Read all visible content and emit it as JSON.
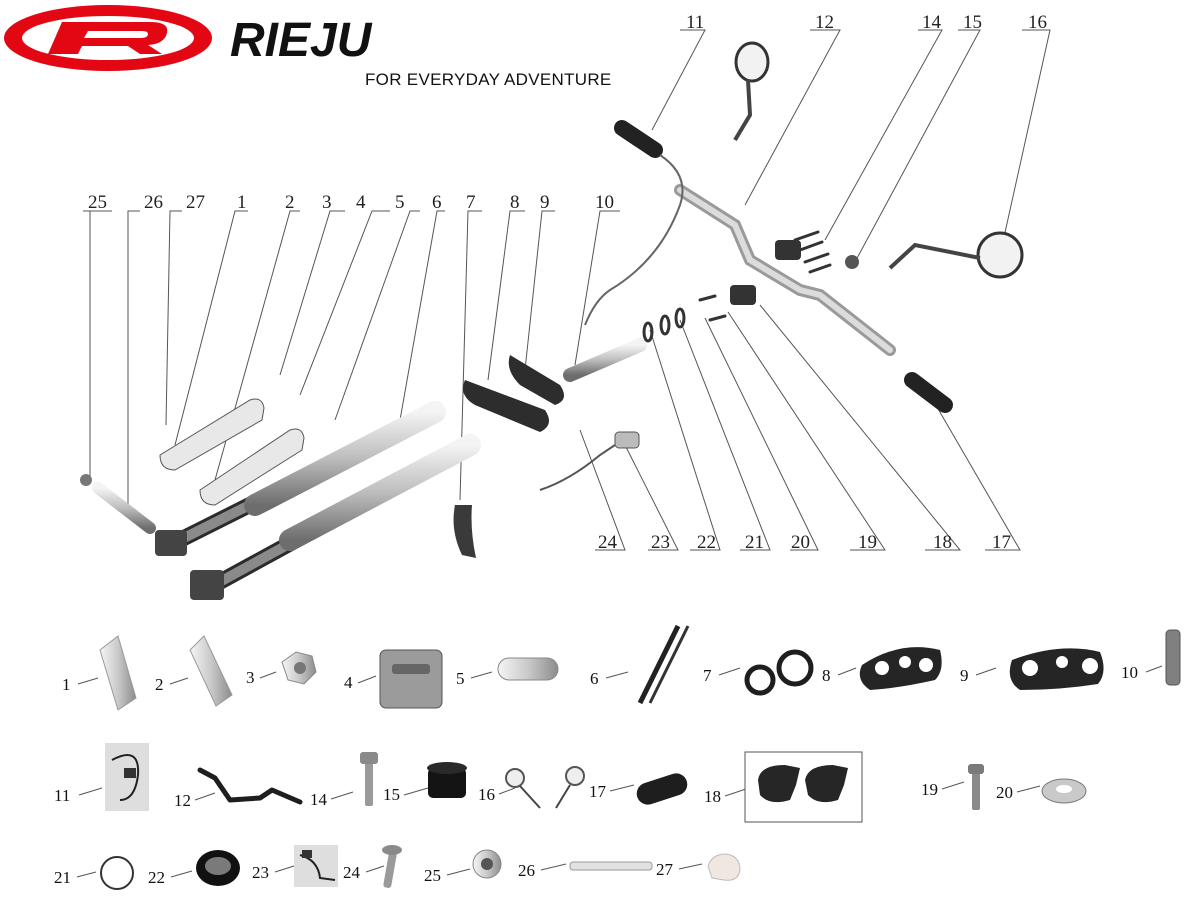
{
  "brand": {
    "logo_mark": "R",
    "name": "RIEJU",
    "tagline": "FOR EVERYDAY ADVENTURE",
    "color_red": "#e30613",
    "color_black": "#111111"
  },
  "callouts": {
    "top": [
      "11",
      "12",
      "14",
      "15",
      "16"
    ],
    "left_row": [
      "25",
      "26",
      "27",
      "1",
      "2",
      "3",
      "4",
      "5",
      "6",
      "7",
      "8",
      "9",
      "10"
    ],
    "bottom_row": [
      "24",
      "23",
      "22",
      "21",
      "20",
      "19",
      "18",
      "17"
    ]
  },
  "gallery": {
    "row1": [
      "1",
      "2",
      "3",
      "4",
      "5",
      "6",
      "7",
      "8",
      "9",
      "10"
    ],
    "row2": [
      "11",
      "12",
      "14",
      "15",
      "16",
      "17",
      "18",
      "19",
      "20"
    ],
    "row3": [
      "21",
      "22",
      "23",
      "24",
      "25",
      "26",
      "27"
    ]
  },
  "icons": {
    "logo": "rieju-logo-icon",
    "handlebar": "handlebar-icon",
    "fork": "fork-leg-icon",
    "clamp": "triple-clamp-icon",
    "mirror": "mirror-icon",
    "grip": "grip-icon"
  }
}
